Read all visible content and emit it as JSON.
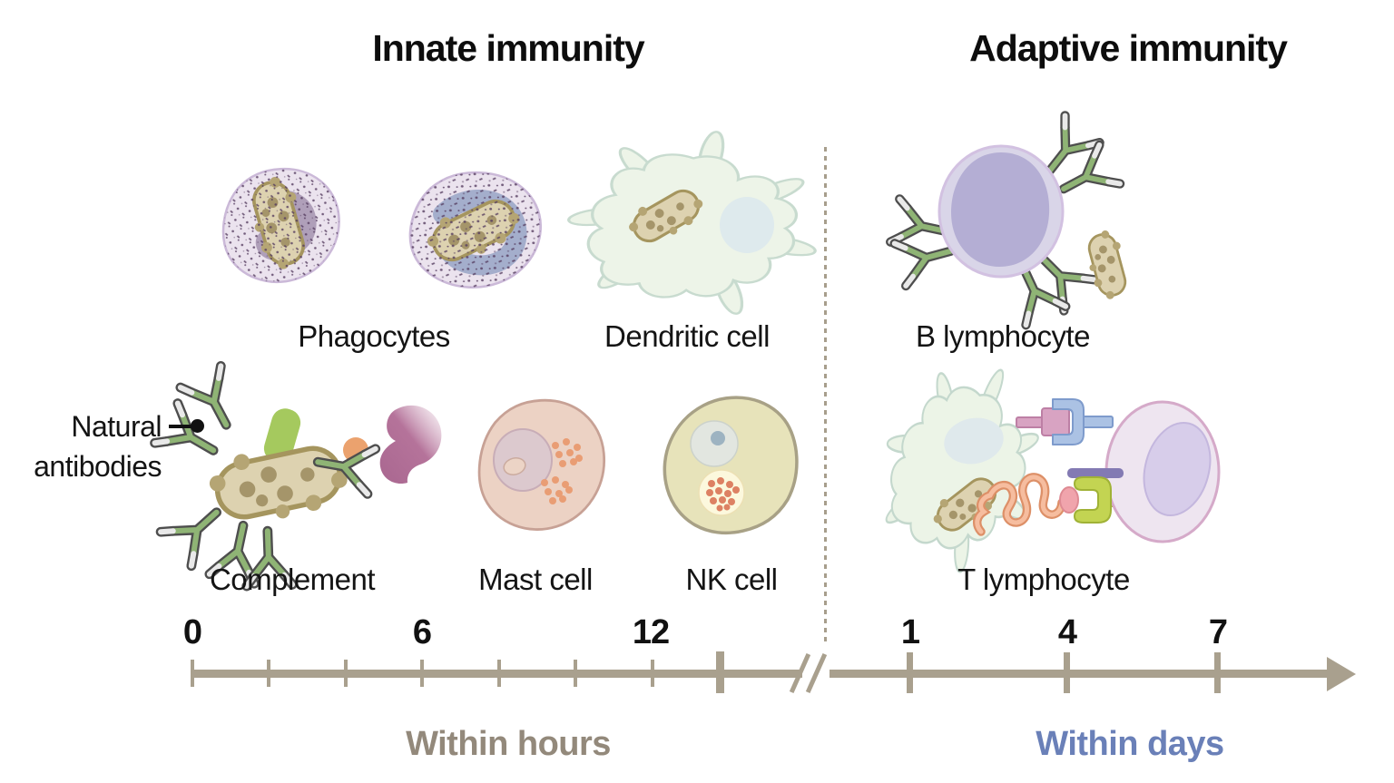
{
  "titles": {
    "innate": "Innate immunity",
    "adaptive": "Adaptive immunity"
  },
  "labels": {
    "phagocytes": "Phagocytes",
    "dendritic_cell": "Dendritic cell",
    "b_lymphocyte": "B lymphocyte",
    "complement": "Complement",
    "mast_cell": "Mast cell",
    "nk_cell": "NK cell",
    "t_lymphocyte": "T lymphocyte",
    "natural_antibodies_line1": "Natural",
    "natural_antibodies_line2": "antibodies"
  },
  "timeline": {
    "hour_tick_labels": [
      "0",
      "6",
      "12"
    ],
    "day_tick_labels": [
      "1",
      "4",
      "7"
    ],
    "hours_caption": "Within hours",
    "days_caption": "Within days"
  },
  "colors": {
    "axis": "#a9a08e",
    "hours_caption": "#93897b",
    "days_caption": "#6a80b8",
    "divider": "#a79e8c",
    "title": "#0d0d0d",
    "label": "#141414"
  }
}
